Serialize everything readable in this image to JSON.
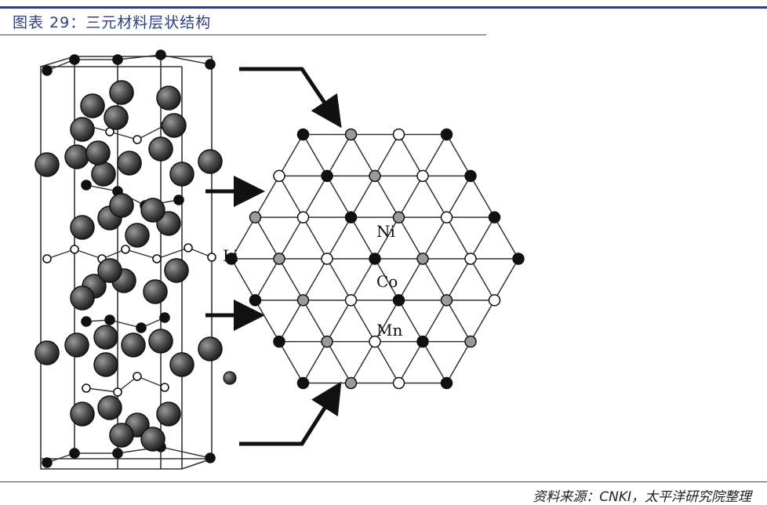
{
  "header": {
    "title": "图表 29：三元材料层状结构"
  },
  "figure": {
    "label_li": "Li",
    "label_ni": "Ni",
    "label_co": "Co",
    "label_mn": "Mn",
    "colors": {
      "accent": "#2f3f7c",
      "tm_atom": "#555555",
      "ni_atom": "#111111",
      "co_atom": "#ffffff",
      "mn_atom": "#9a9a9a"
    }
  },
  "footer": {
    "source": "资料来源：CNKI，太平洋研究院整理"
  }
}
